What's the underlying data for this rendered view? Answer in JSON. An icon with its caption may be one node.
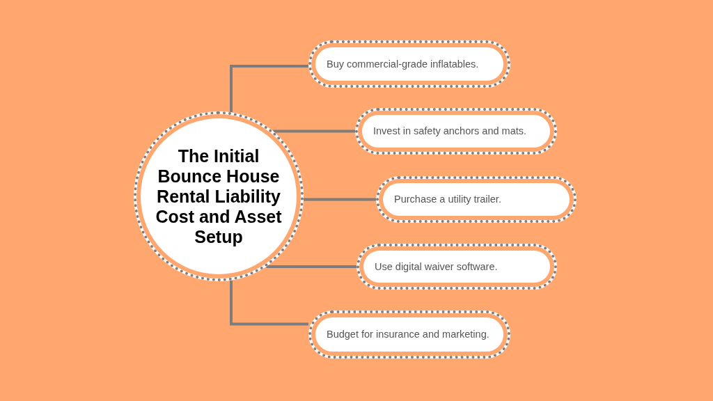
{
  "diagram": {
    "nodes": [
      {
        "text": [
          "The Initial Bounce House Rental Liability Cost and Asset Setup"
        ]
      },
      {
        "text": [
          "Buy commercial-grade inflatables."
        ]
      },
      {
        "text": [
          "Invest in safety anchors and mats."
        ]
      },
      {
        "text": [
          "Purchase a utility trailer."
        ]
      },
      {
        "text": [
          "Use digital waiver software."
        ]
      },
      {
        "text": [
          "Budget for insurance and marketing."
        ]
      }
    ],
    "edges": [
      {
        "from": 0,
        "to": 1,
        "arrow": "none"
      },
      {
        "from": 0,
        "to": 2,
        "arrow": "none"
      },
      {
        "from": 0,
        "to": 3,
        "arrow": "none"
      },
      {
        "from": 0,
        "to": 4,
        "arrow": "none"
      },
      {
        "from": 0,
        "to": 5,
        "arrow": "none"
      }
    ]
  }
}
